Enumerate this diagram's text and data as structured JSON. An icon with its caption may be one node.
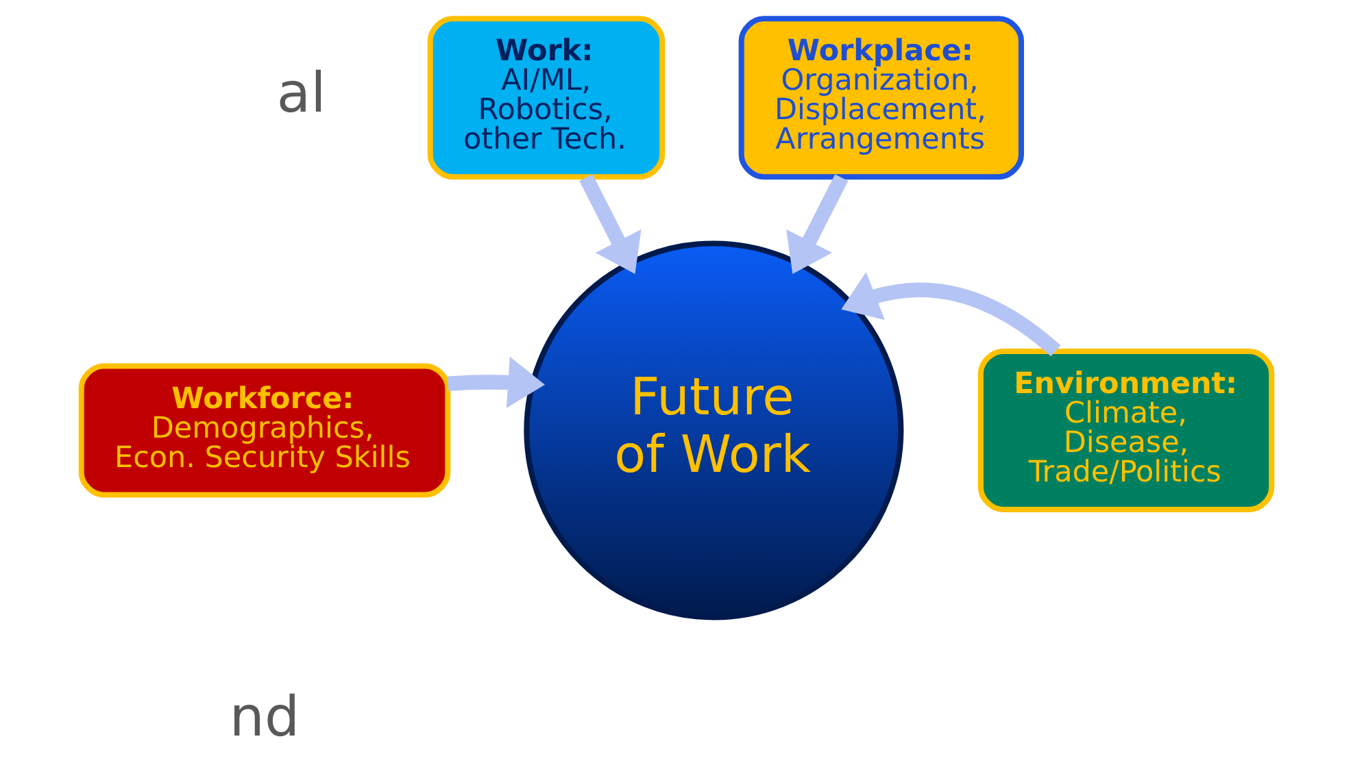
{
  "diagram": {
    "nodes": [
      {
        "text": [
          "Work:",
          "AI/ML, Robotics, other Tech."
        ]
      },
      {
        "text": [
          "Workplace:",
          "Organization, Displacement, Arrangements"
        ]
      },
      {
        "text": [
          "Workforce:",
          "Demographics, Econ. Security Skills"
        ]
      },
      {
        "text": [
          "Environment:",
          "Climate, Disease, Trade/Politics"
        ]
      },
      {
        "text": [
          "Future of Work"
        ]
      }
    ],
    "edges": [
      {
        "from": 0,
        "to": 4,
        "arrow": "to",
        "color": "#b4c4f4"
      },
      {
        "from": 1,
        "to": 4,
        "arrow": "to",
        "color": "#b4c4f4"
      },
      {
        "from": 2,
        "to": 4,
        "arrow": "to",
        "color": "#b4c4f4"
      },
      {
        "from": 3,
        "to": 4,
        "arrow": "to",
        "color": "#b4c4f4"
      }
    ],
    "labels": [
      "al",
      "nd"
    ]
  }
}
